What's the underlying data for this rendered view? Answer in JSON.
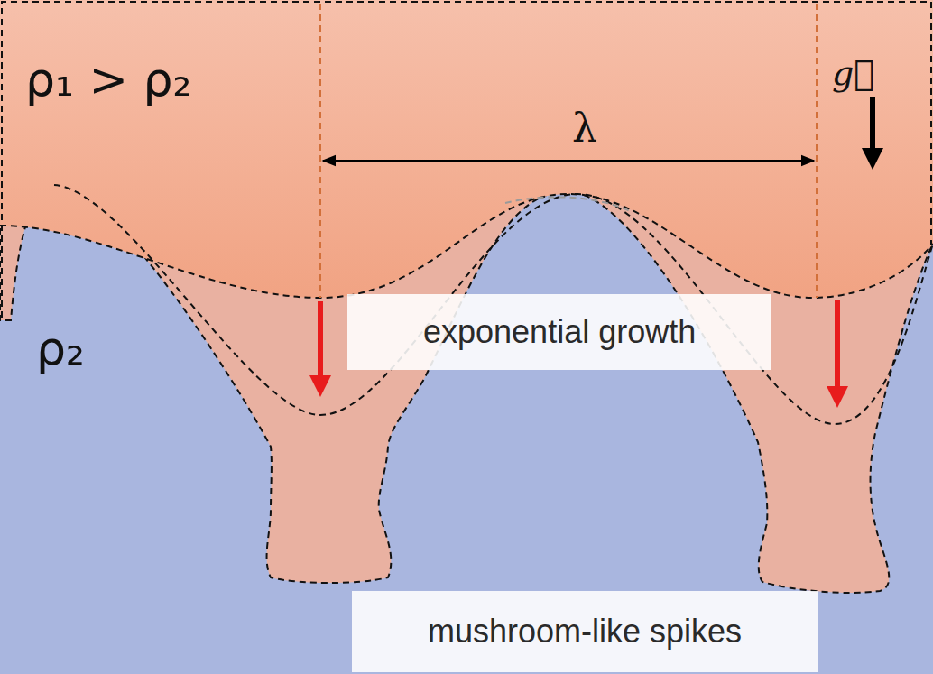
{
  "diagram": {
    "nodes": [
      {
        "text": [
          "exponential growth"
        ]
      },
      {
        "text": [
          "mushroom-like spikes"
        ]
      }
    ],
    "labels": [
      "ρ₁ > ρ₂",
      "λ",
      "g⃗",
      "ρ₂"
    ]
  }
}
